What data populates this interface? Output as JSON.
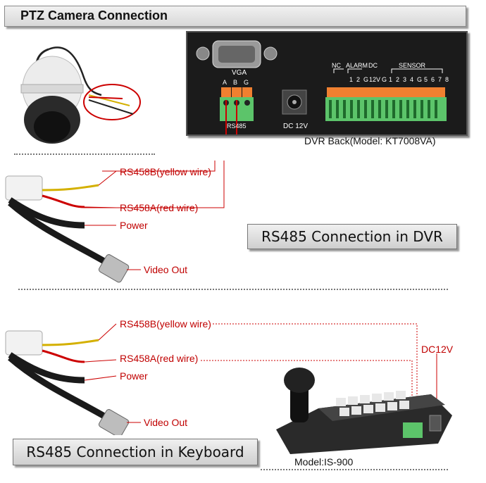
{
  "header": {
    "title": "PTZ Camera Connection"
  },
  "dvr": {
    "vga": "VGA",
    "abg": [
      "A",
      "B",
      "G"
    ],
    "rs485": "RS485",
    "dc12v": "DC 12V",
    "nc": "NC",
    "alarm": "ALARM",
    "dc": "DC",
    "alarm_pins": [
      "1",
      "2",
      "G",
      "12V",
      "G"
    ],
    "sensor": "SENSOR",
    "sensor_pins": [
      "1",
      "2",
      "3",
      "4",
      "G",
      "5",
      "6",
      "7",
      "8"
    ],
    "caption": "DVR Back(Model: KT7008VA)"
  },
  "top_section": {
    "rs485b": "RS458B(yellow wire)",
    "rs485a": "RS458A(red wire)",
    "power": "Power",
    "video_out": "Video Out",
    "box_title": "RS485 Connection in DVR"
  },
  "bottom_section": {
    "rs485b": "RS458B(yellow wire)",
    "rs485a": "RS458A(red wire)",
    "power": "Power",
    "video_out": "Video Out",
    "dc12v": "DC12V",
    "box_title": "RS485 Connection in Keyboard",
    "model": "Model:IS-900"
  },
  "colors": {
    "wire_red": "#cc0000",
    "wire_yellow": "#d4b000",
    "terminal_green": "#5cc46a",
    "terminal_orange": "#f08030"
  }
}
